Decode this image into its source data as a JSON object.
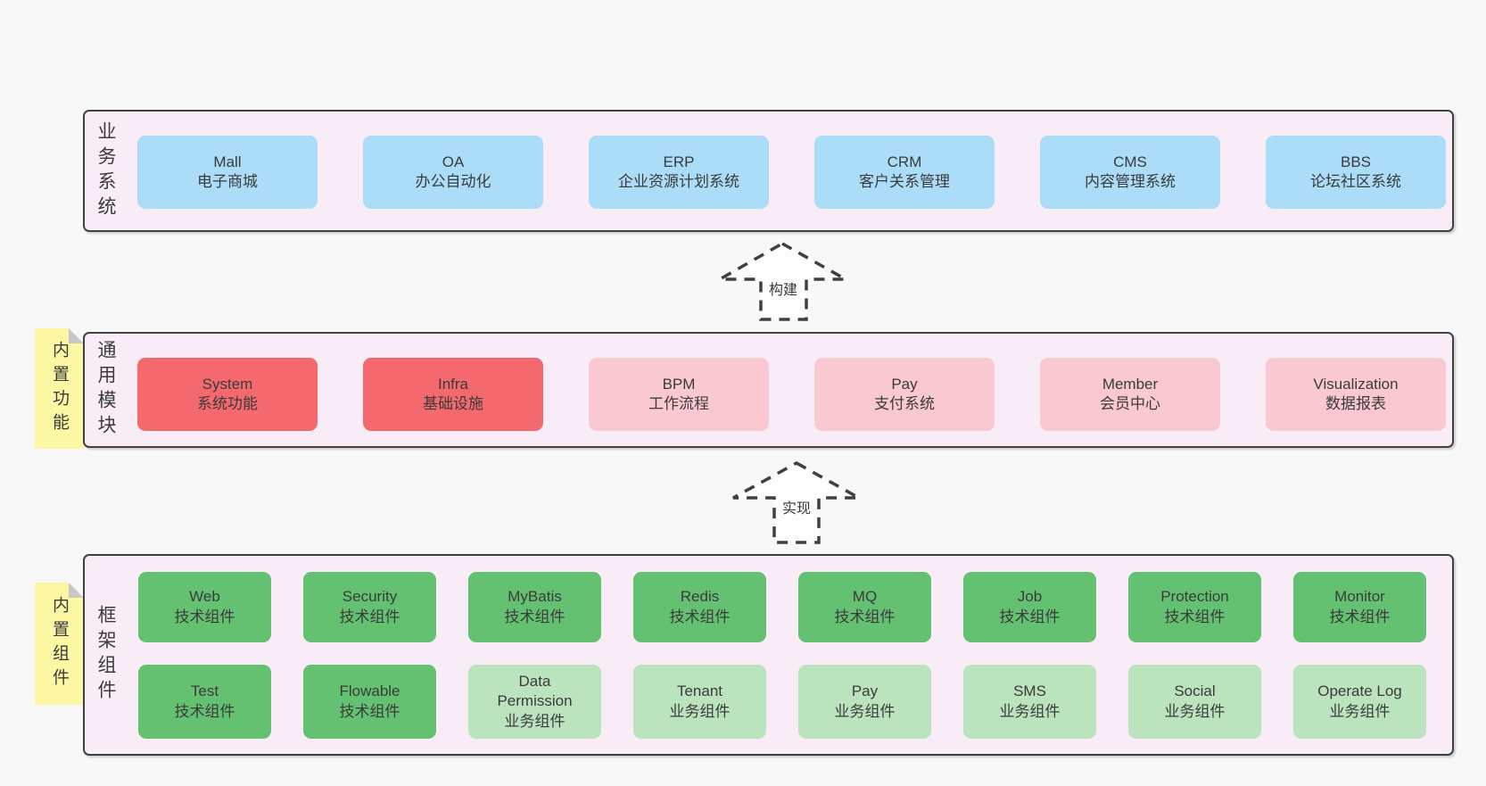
{
  "colors": {
    "page_bg": "#f8f8f8",
    "panel_bg": "#f8edf6",
    "panel_border": "#414141",
    "box_blue": "#abdcf8",
    "box_red": "#f4696e",
    "box_pink": "#fac8d1",
    "box_green": "#63c171",
    "box_green_light": "#bbe3bd",
    "note_yellow": "#fbf7a2",
    "note_fold": "#c8c8c8",
    "text": "#3b3b3b",
    "arrow_stroke": "#404040"
  },
  "sections": [
    {
      "label": "业务系统",
      "boxes": [
        {
          "en": "Mall",
          "zh": "电子商城"
        },
        {
          "en": "OA",
          "zh": "办公自动化"
        },
        {
          "en": "ERP",
          "zh": "企业资源计划系统"
        },
        {
          "en": "CRM",
          "zh": "客户关系管理"
        },
        {
          "en": "CMS",
          "zh": "内容管理系统"
        },
        {
          "en": "BBS",
          "zh": "论坛社区系统"
        }
      ]
    },
    {
      "label": "通用模块",
      "note": "内置功能",
      "boxes": [
        {
          "en": "System",
          "zh": "系统功能"
        },
        {
          "en": "Infra",
          "zh": "基础设施"
        },
        {
          "en": "BPM",
          "zh": "工作流程"
        },
        {
          "en": "Pay",
          "zh": "支付系统"
        },
        {
          "en": "Member",
          "zh": "会员中心"
        },
        {
          "en": "Visualization",
          "zh": "数据报表"
        }
      ]
    },
    {
      "label": "框架组件",
      "note": "内置组件",
      "rows": [
        [
          {
            "en": "Web",
            "zh": "技术组件"
          },
          {
            "en": "Security",
            "zh": "技术组件"
          },
          {
            "en": "MyBatis",
            "zh": "技术组件"
          },
          {
            "en": "Redis",
            "zh": "技术组件"
          },
          {
            "en": "MQ",
            "zh": "技术组件"
          },
          {
            "en": "Job",
            "zh": "技术组件"
          },
          {
            "en": "Protection",
            "zh": "技术组件"
          },
          {
            "en": "Monitor",
            "zh": "技术组件"
          }
        ],
        [
          {
            "en": "Test",
            "zh": "技术组件"
          },
          {
            "en": "Flowable",
            "zh": "技术组件"
          },
          {
            "en": "Data Permission",
            "zh": "业务组件"
          },
          {
            "en": "Tenant",
            "zh": "业务组件"
          },
          {
            "en": "Pay",
            "zh": "业务组件"
          },
          {
            "en": "SMS",
            "zh": "业务组件"
          },
          {
            "en": "Social",
            "zh": "业务组件"
          },
          {
            "en": "Operate Log",
            "zh": "业务组件"
          }
        ]
      ]
    }
  ],
  "arrows": [
    {
      "label": "构建"
    },
    {
      "label": "实现"
    }
  ]
}
